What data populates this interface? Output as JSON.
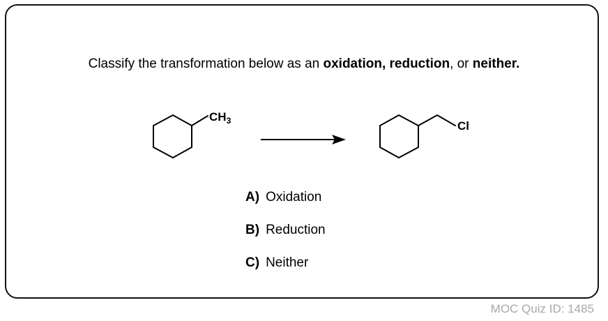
{
  "question": {
    "prefix": "Classify the transformation below as an ",
    "options_bold": "oxidation, reduction",
    "middle": ", or ",
    "neither_bold": "neither."
  },
  "reaction": {
    "reactant_label": "CH",
    "reactant_subscript": "3",
    "product_label": "Cl"
  },
  "answers": [
    {
      "letter": "A)",
      "text": "Oxidation"
    },
    {
      "letter": "B)",
      "text": "Reduction"
    },
    {
      "letter": "C)",
      "text": "Neither"
    }
  ],
  "footer": {
    "quiz_id": "MOC Quiz ID: 1485"
  }
}
